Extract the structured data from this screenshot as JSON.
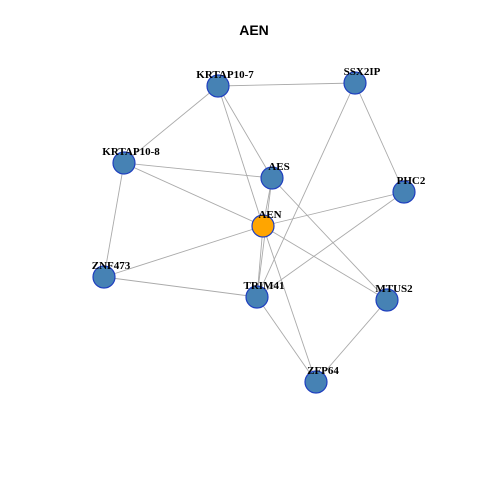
{
  "title": "AEN",
  "colors": {
    "hub": "#ffa500",
    "node": "#4682b4",
    "border": "#1f3fbf",
    "edge": "#aaaaaa"
  },
  "nodes": [
    {
      "id": "AEN",
      "label": "AEN",
      "hub": true
    },
    {
      "id": "KRTAP10-7",
      "label": "KRTAP10-7"
    },
    {
      "id": "SSX2IP",
      "label": "SSX2IP"
    },
    {
      "id": "KRTAP10-8",
      "label": "KRTAP10-8"
    },
    {
      "id": "AES",
      "label": "AES"
    },
    {
      "id": "PHC2",
      "label": "PHC2"
    },
    {
      "id": "ZNF473",
      "label": "ZNF473"
    },
    {
      "id": "TRIM41",
      "label": "TRIM41"
    },
    {
      "id": "MTUS2",
      "label": "MTUS2"
    },
    {
      "id": "ZFP64",
      "label": "ZFP64"
    }
  ],
  "edges": [
    [
      "KRTAP10-7",
      "SSX2IP"
    ],
    [
      "KRTAP10-7",
      "KRTAP10-8"
    ],
    [
      "KRTAP10-7",
      "AES"
    ],
    [
      "KRTAP10-7",
      "AEN"
    ],
    [
      "SSX2IP",
      "TRIM41"
    ],
    [
      "SSX2IP",
      "PHC2"
    ],
    [
      "KRTAP10-8",
      "AES"
    ],
    [
      "KRTAP10-8",
      "AEN"
    ],
    [
      "KRTAP10-8",
      "ZNF473"
    ],
    [
      "AES",
      "AEN"
    ],
    [
      "AES",
      "TRIM41"
    ],
    [
      "AES",
      "MTUS2"
    ],
    [
      "PHC2",
      "AEN"
    ],
    [
      "PHC2",
      "TRIM41"
    ],
    [
      "AEN",
      "ZNF473"
    ],
    [
      "AEN",
      "TRIM41"
    ],
    [
      "AEN",
      "MTUS2"
    ],
    [
      "AEN",
      "ZFP64"
    ],
    [
      "ZNF473",
      "TRIM41"
    ],
    [
      "TRIM41",
      "ZFP64"
    ],
    [
      "MTUS2",
      "ZFP64"
    ]
  ]
}
